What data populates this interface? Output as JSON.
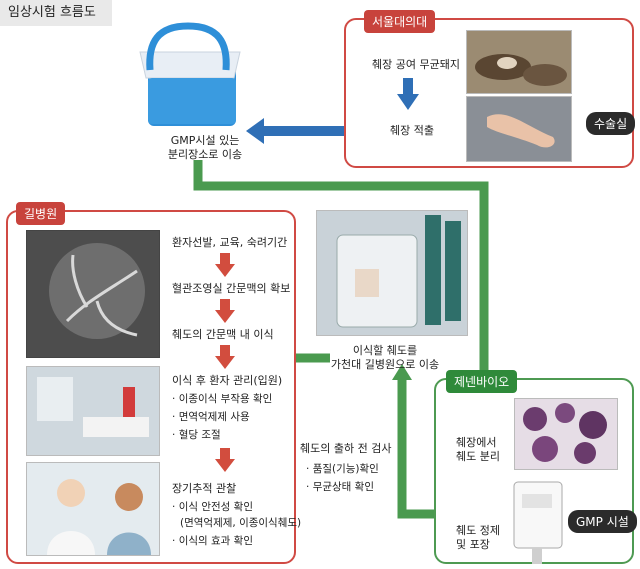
{
  "title": "임상시험 흐름도",
  "snu": {
    "tag": "서울대의대",
    "step1": "췌장 공여 무균돼지",
    "step2": "췌장 적출",
    "surgery_tag": "수술실"
  },
  "transport1": {
    "line1": "GMP시설 있는",
    "line2": "분리장소로 이송"
  },
  "gil": {
    "tag": "길병원",
    "s1": "환자선발, 교육, 숙려기간",
    "s2": "혈관조영실 간문맥의 확보",
    "s3": "췌도의 간문맥 내 이식",
    "s4": "이식 후 환자 관리(입원)",
    "s4_items": [
      "이종이식 부작용 확인",
      "면역억제제 사용",
      "혈당 조절"
    ],
    "s5": "장기추적 관찰",
    "s5_items": [
      "이식 안전성 확인",
      "(면역억제제, 이종이식췌도)",
      "이식의 효과 확인"
    ]
  },
  "transport2": {
    "line1": "이식할 췌도를",
    "line2": "가천대 길병원으로 이송"
  },
  "pre_ship": {
    "title": "췌도의 출하 전 검사",
    "items": [
      "품질(기능)확인",
      "무균상태 확인"
    ]
  },
  "genen": {
    "tag": "제넨바이오",
    "step1a": "췌장에서",
    "step1b": "췌도 분리",
    "step2a": "췌도 정제",
    "step2b": "및 포장",
    "gmp_tag": "GMP 시설"
  },
  "colors": {
    "red": "#d04a44",
    "green": "#4e9a52",
    "blue": "#2f6fb6"
  }
}
